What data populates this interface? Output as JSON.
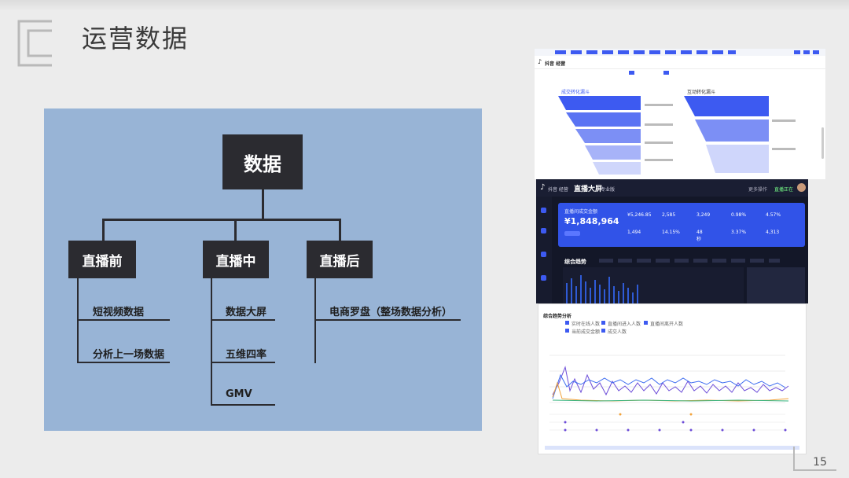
{
  "slide": {
    "title": "运营数据",
    "page_number": "15"
  },
  "org_chart": {
    "root": "数据",
    "branches": [
      {
        "label": "直播前",
        "items": [
          "短视频数据",
          "分析上一场数据"
        ]
      },
      {
        "label": "直播中",
        "items": [
          "数据大屏",
          "五维四率",
          "GMV"
        ]
      },
      {
        "label": "直播后",
        "items": [
          "电商罗盘（整场数据分析）"
        ]
      }
    ]
  },
  "screenshot_top": {
    "brand": "抖音 经营",
    "funnel_left_title": "成交转化漏斗",
    "funnel_right_title": "互动转化漏斗"
  },
  "screenshot_middle": {
    "brand": "抖音 经营",
    "title": "直播大屏",
    "subtitle": "专业版",
    "menu": "更多操作",
    "status": "直播正在",
    "gmv_label": "直播间成交金额",
    "gmv_value": "¥1,848,964",
    "metrics": [
      {
        "value": "¥5,246.85"
      },
      {
        "value": "2,585"
      },
      {
        "value": "3,249"
      },
      {
        "value": "0.98%"
      },
      {
        "value": "4.57%"
      },
      {
        "value": "1,494"
      },
      {
        "value": "14.15%"
      },
      {
        "value": "48秒"
      },
      {
        "value": "3.37%"
      },
      {
        "value": "4,313"
      }
    ],
    "trend_title": "综合趋势"
  },
  "screenshot_bottom": {
    "title": "综合趋势分析",
    "legend": [
      "实时在线人数",
      "直播间进入人数",
      "直播间离开人数",
      "当前成交金额",
      "成交人数"
    ],
    "colors": {
      "purple": "#6c4cd8",
      "blue": "#3b6bf0",
      "orange": "#f2a23a",
      "green": "#36b37e"
    }
  }
}
